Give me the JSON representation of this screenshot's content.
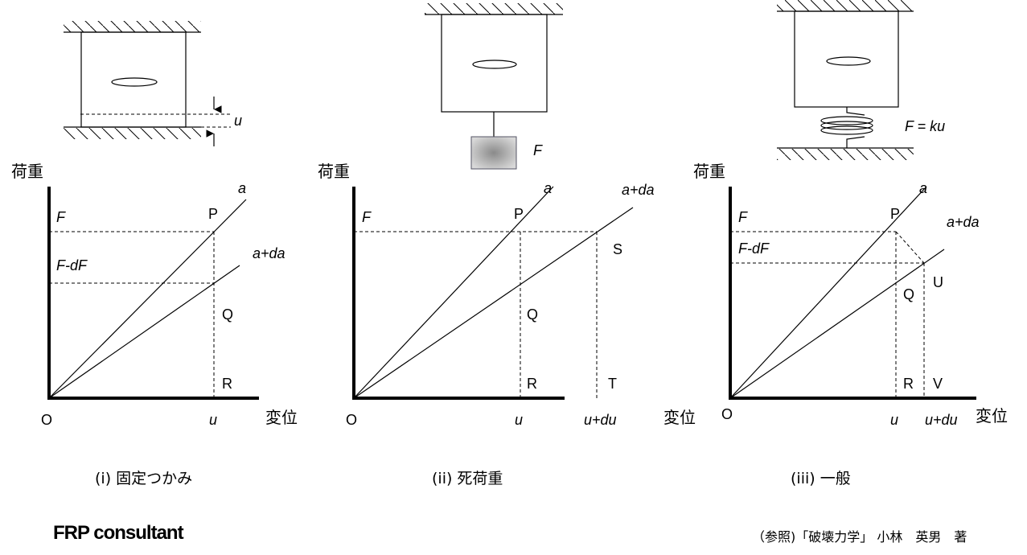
{
  "axis": {
    "y_label": "荷重",
    "x_label": "変位",
    "origin": "O"
  },
  "panel1": {
    "caption": "(i) 固定つかみ",
    "disp": "u",
    "F": "F",
    "FdF": "F-dF",
    "a": "a",
    "ada": "a+da",
    "P": "P",
    "Q": "Q",
    "R": "R",
    "u": "u"
  },
  "panel2": {
    "caption": "(ii) 死荷重",
    "weight": "F",
    "F": "F",
    "a": "a",
    "ada": "a+da",
    "P": "P",
    "Q": "Q",
    "R": "R",
    "S": "S",
    "T": "T",
    "u": "u",
    "udu": "u+du"
  },
  "panel3": {
    "caption": "(iii) 一般",
    "spring": "F = ku",
    "F": "F",
    "FdF": "F-dF",
    "a": "a",
    "ada": "a+da",
    "P": "P",
    "Q": "Q",
    "R": "R",
    "U": "U",
    "V": "V",
    "u": "u",
    "udu": "u+du"
  },
  "footer": {
    "brand": "FRP consultant",
    "reference": "（参照)「破壊力学」 小林　英男　著"
  }
}
